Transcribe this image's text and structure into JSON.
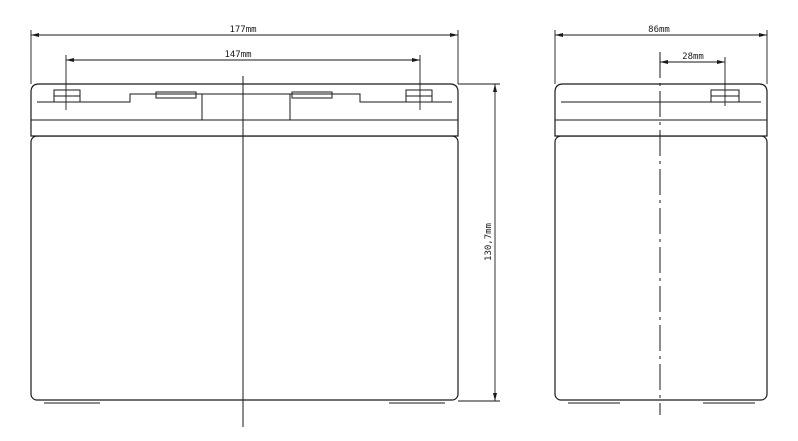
{
  "dimensions": {
    "front_width": "177mm",
    "terminal_spacing": "147mm",
    "height": "130,7mm",
    "side_width": "86mm",
    "terminal_offset": "28mm"
  }
}
